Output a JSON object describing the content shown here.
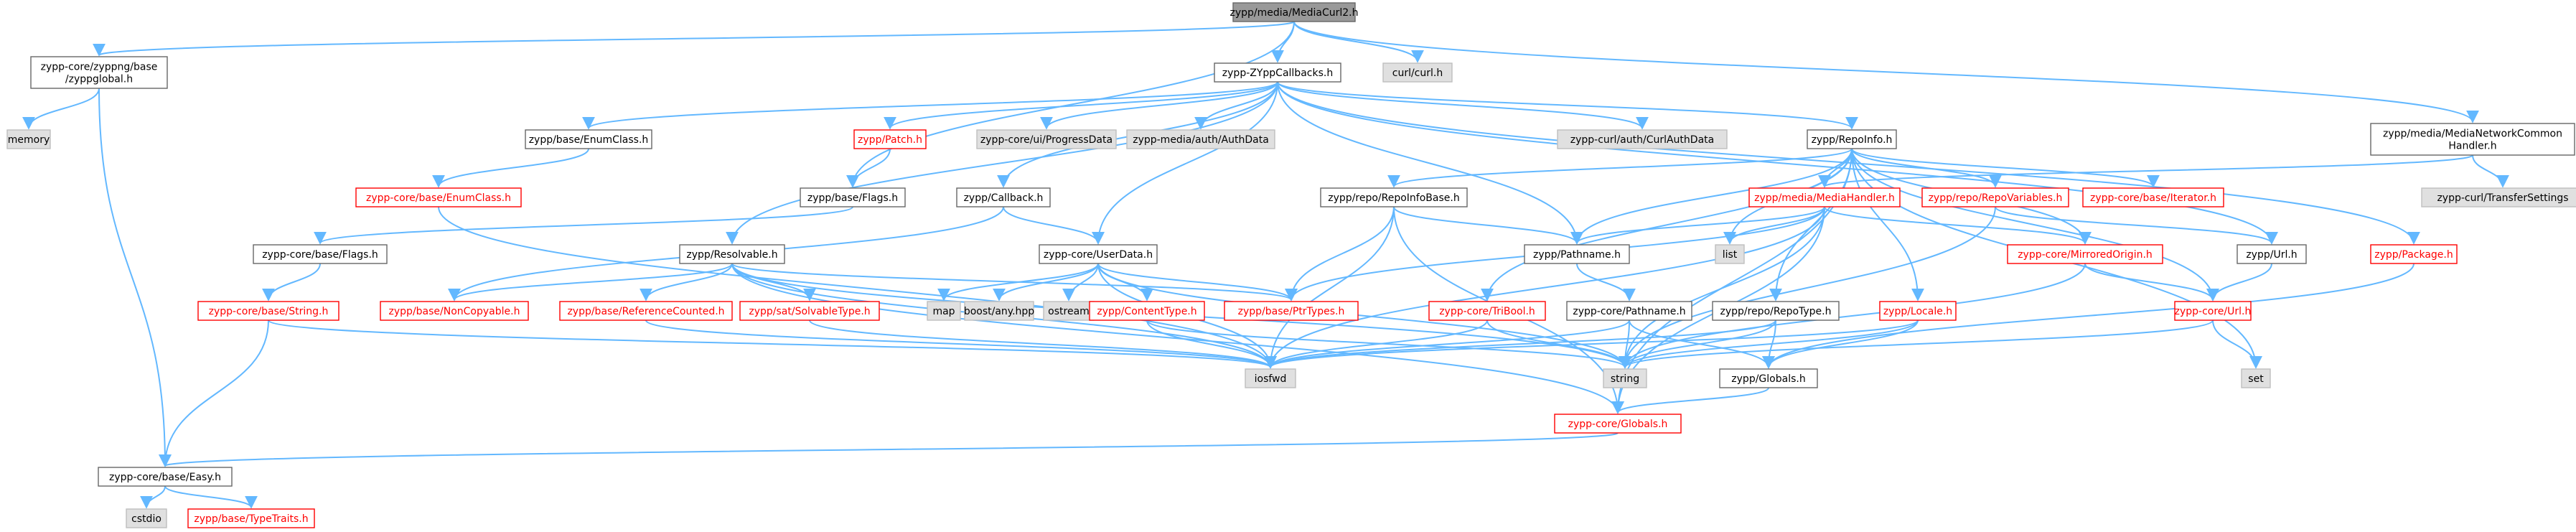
{
  "diagram": {
    "title": "",
    "colors": {
      "root_fill": "#999999",
      "root_stroke": "#666666",
      "normal_fill": "#ffffff",
      "normal_stroke": "#666666",
      "normal_text": "#000000",
      "truncated_fill": "#ffffff",
      "truncated_stroke": "#ff0000",
      "truncated_text": "#ff0000",
      "external_fill": "#e0e0e0",
      "external_stroke": "#bfbfbf",
      "external_text": "#000000",
      "edge": "#63b8ff"
    },
    "nodes": [
      {
        "id": "mediacurl2",
        "lines": [
          "zypp/media/MediaCurl2.h"
        ],
        "kind": "root"
      },
      {
        "id": "zyppglobal",
        "lines": [
          "zypp-core/zyppng/base",
          "/zyppglobal.h"
        ],
        "kind": "normal"
      },
      {
        "id": "memory",
        "lines": [
          "memory"
        ],
        "kind": "external"
      },
      {
        "id": "curl",
        "lines": [
          "curl/curl.h"
        ],
        "kind": "external"
      },
      {
        "id": "zyppcallbacks",
        "lines": [
          "zypp-ZYppCallbacks.h"
        ],
        "kind": "normal"
      },
      {
        "id": "enumclass",
        "lines": [
          "zypp/base/EnumClass.h"
        ],
        "kind": "normal"
      },
      {
        "id": "coreenumclass",
        "lines": [
          "zypp-core/base/EnumClass.h"
        ],
        "kind": "truncated"
      },
      {
        "id": "patch",
        "lines": [
          "zypp/Patch.h"
        ],
        "kind": "truncated"
      },
      {
        "id": "progressdata",
        "lines": [
          "zypp-core/ui/ProgressData"
        ],
        "kind": "external"
      },
      {
        "id": "authdata",
        "lines": [
          "zypp-media/auth/AuthData"
        ],
        "kind": "external"
      },
      {
        "id": "curlauthdata",
        "lines": [
          "zypp-curl/auth/CurlAuthData"
        ],
        "kind": "external"
      },
      {
        "id": "repoinfo",
        "lines": [
          "zypp/RepoInfo.h"
        ],
        "kind": "normal"
      },
      {
        "id": "medianet",
        "lines": [
          "zypp/media/MediaNetworkCommon",
          "Handler.h"
        ],
        "kind": "normal"
      },
      {
        "id": "transfersettings",
        "lines": [
          "zypp-curl/TransferSettings"
        ],
        "kind": "external"
      },
      {
        "id": "baseflags",
        "lines": [
          "zypp/base/Flags.h"
        ],
        "kind": "normal"
      },
      {
        "id": "callback",
        "lines": [
          "zypp/Callback.h"
        ],
        "kind": "normal"
      },
      {
        "id": "repoinfobase",
        "lines": [
          "zypp/repo/RepoInfoBase.h"
        ],
        "kind": "normal"
      },
      {
        "id": "mediahandler",
        "lines": [
          "zypp/media/MediaHandler.h"
        ],
        "kind": "truncated"
      },
      {
        "id": "repovariables",
        "lines": [
          "zypp/repo/RepoVariables.h"
        ],
        "kind": "truncated"
      },
      {
        "id": "iterator",
        "lines": [
          "zypp-core/base/Iterator.h"
        ],
        "kind": "truncated"
      },
      {
        "id": "package",
        "lines": [
          "zypp/Package.h"
        ],
        "kind": "truncated"
      },
      {
        "id": "coreflags",
        "lines": [
          "zypp-core/base/Flags.h"
        ],
        "kind": "normal"
      },
      {
        "id": "resolvable",
        "lines": [
          "zypp/Resolvable.h"
        ],
        "kind": "normal"
      },
      {
        "id": "userdata",
        "lines": [
          "zypp-core/UserData.h"
        ],
        "kind": "normal"
      },
      {
        "id": "pathname",
        "lines": [
          "zypp/Pathname.h"
        ],
        "kind": "normal"
      },
      {
        "id": "list",
        "lines": [
          "list"
        ],
        "kind": "external"
      },
      {
        "id": "mirroredorigin",
        "lines": [
          "zypp-core/MirroredOrigin.h"
        ],
        "kind": "truncated"
      },
      {
        "id": "zyppurl",
        "lines": [
          "zypp/Url.h"
        ],
        "kind": "normal"
      },
      {
        "id": "corestring",
        "lines": [
          "zypp-core/base/String.h"
        ],
        "kind": "truncated"
      },
      {
        "id": "noncopyable",
        "lines": [
          "zypp/base/NonCopyable.h"
        ],
        "kind": "truncated"
      },
      {
        "id": "refcounted",
        "lines": [
          "zypp/base/ReferenceCounted.h"
        ],
        "kind": "truncated"
      },
      {
        "id": "solvabletype",
        "lines": [
          "zypp/sat/SolvableType.h"
        ],
        "kind": "truncated"
      },
      {
        "id": "map",
        "lines": [
          "map"
        ],
        "kind": "external"
      },
      {
        "id": "boostany",
        "lines": [
          "boost/any.hpp"
        ],
        "kind": "external"
      },
      {
        "id": "ostream",
        "lines": [
          "ostream"
        ],
        "kind": "external"
      },
      {
        "id": "contenttype",
        "lines": [
          "zypp/ContentType.h"
        ],
        "kind": "truncated"
      },
      {
        "id": "ptrtypes",
        "lines": [
          "zypp/base/PtrTypes.h"
        ],
        "kind": "truncated"
      },
      {
        "id": "tribool",
        "lines": [
          "zypp-core/TriBool.h"
        ],
        "kind": "truncated"
      },
      {
        "id": "corepathname",
        "lines": [
          "zypp-core/Pathname.h"
        ],
        "kind": "normal"
      },
      {
        "id": "repotype",
        "lines": [
          "zypp/repo/RepoType.h"
        ],
        "kind": "normal"
      },
      {
        "id": "locale",
        "lines": [
          "zypp/Locale.h"
        ],
        "kind": "truncated"
      },
      {
        "id": "coreurl",
        "lines": [
          "zypp-core/Url.h"
        ],
        "kind": "truncated"
      },
      {
        "id": "set",
        "lines": [
          "set"
        ],
        "kind": "external"
      },
      {
        "id": "iosfwd",
        "lines": [
          "iosfwd"
        ],
        "kind": "external"
      },
      {
        "id": "string",
        "lines": [
          "string"
        ],
        "kind": "external"
      },
      {
        "id": "zyppglobals",
        "lines": [
          "zypp/Globals.h"
        ],
        "kind": "normal"
      },
      {
        "id": "coreglobals",
        "lines": [
          "zypp-core/Globals.h"
        ],
        "kind": "truncated"
      },
      {
        "id": "easy",
        "lines": [
          "zypp-core/base/Easy.h"
        ],
        "kind": "normal"
      },
      {
        "id": "cstdio",
        "lines": [
          "cstdio"
        ],
        "kind": "external"
      },
      {
        "id": "typetraits",
        "lines": [
          "zypp/base/TypeTraits.h"
        ],
        "kind": "truncated"
      }
    ],
    "edges": [
      [
        "mediacurl2",
        "zyppglobal"
      ],
      [
        "mediacurl2",
        "curl"
      ],
      [
        "mediacurl2",
        "zyppcallbacks"
      ],
      [
        "mediacurl2",
        "baseflags"
      ],
      [
        "mediacurl2",
        "medianet"
      ],
      [
        "zyppglobal",
        "memory"
      ],
      [
        "zyppglobal",
        "easy"
      ],
      [
        "zyppcallbacks",
        "enumclass"
      ],
      [
        "zyppcallbacks",
        "patch"
      ],
      [
        "zyppcallbacks",
        "progressdata"
      ],
      [
        "zyppcallbacks",
        "authdata"
      ],
      [
        "zyppcallbacks",
        "curlauthdata"
      ],
      [
        "zyppcallbacks",
        "repoinfo"
      ],
      [
        "zyppcallbacks",
        "callback"
      ],
      [
        "zyppcallbacks",
        "resolvable"
      ],
      [
        "zyppcallbacks",
        "userdata"
      ],
      [
        "zyppcallbacks",
        "pathname"
      ],
      [
        "zyppcallbacks",
        "package"
      ],
      [
        "zyppcallbacks",
        "zyppurl"
      ],
      [
        "enumclass",
        "coreenumclass"
      ],
      [
        "coreenumclass",
        "iosfwd"
      ],
      [
        "patch",
        "baseflags"
      ],
      [
        "baseflags",
        "coreflags"
      ],
      [
        "coreflags",
        "corestring"
      ],
      [
        "callback",
        "noncopyable"
      ],
      [
        "callback",
        "userdata"
      ],
      [
        "repoinfo",
        "repoinfobase"
      ],
      [
        "repoinfo",
        "mediahandler"
      ],
      [
        "repoinfo",
        "repovariables"
      ],
      [
        "repoinfo",
        "iterator"
      ],
      [
        "repoinfo",
        "list"
      ],
      [
        "repoinfo",
        "mirroredorigin"
      ],
      [
        "repoinfo",
        "tribool"
      ],
      [
        "repoinfo",
        "repotype"
      ],
      [
        "repoinfo",
        "locale"
      ],
      [
        "repoinfo",
        "coreurl"
      ],
      [
        "repoinfo",
        "set"
      ],
      [
        "repoinfo",
        "coreglobals"
      ],
      [
        "repoinfo",
        "pathname"
      ],
      [
        "medianet",
        "mediahandler"
      ],
      [
        "medianet",
        "transfersettings"
      ],
      [
        "repoinfobase",
        "pathname"
      ],
      [
        "repoinfobase",
        "ptrtypes"
      ],
      [
        "repoinfobase",
        "iosfwd"
      ],
      [
        "repoinfobase",
        "coreglobals"
      ],
      [
        "mediahandler",
        "pathname"
      ],
      [
        "mediahandler",
        "list"
      ],
      [
        "mediahandler",
        "mirroredorigin"
      ],
      [
        "mediahandler",
        "ptrtypes"
      ],
      [
        "mediahandler",
        "iosfwd"
      ],
      [
        "mediahandler",
        "string"
      ],
      [
        "mediahandler",
        "coreglobals"
      ],
      [
        "repovariables",
        "zyppurl"
      ],
      [
        "repovariables",
        "string"
      ],
      [
        "package",
        "zyppglobals"
      ],
      [
        "resolvable",
        "noncopyable"
      ],
      [
        "resolvable",
        "refcounted"
      ],
      [
        "resolvable",
        "solvabletype"
      ],
      [
        "resolvable",
        "ptrtypes"
      ],
      [
        "resolvable",
        "iosfwd"
      ],
      [
        "resolvable",
        "string"
      ],
      [
        "resolvable",
        "coreglobals"
      ],
      [
        "userdata",
        "map"
      ],
      [
        "userdata",
        "boostany"
      ],
      [
        "userdata",
        "ostream"
      ],
      [
        "userdata",
        "contenttype"
      ],
      [
        "userdata",
        "ptrtypes"
      ],
      [
        "userdata",
        "iosfwd"
      ],
      [
        "userdata",
        "string"
      ],
      [
        "pathname",
        "corepathname"
      ],
      [
        "mirroredorigin",
        "coreurl"
      ],
      [
        "mirroredorigin",
        "string"
      ],
      [
        "zyppurl",
        "coreurl"
      ],
      [
        "corestring",
        "easy"
      ],
      [
        "corestring",
        "iosfwd"
      ],
      [
        "refcounted",
        "iosfwd"
      ],
      [
        "solvabletype",
        "iosfwd"
      ],
      [
        "contenttype",
        "iosfwd"
      ],
      [
        "contenttype",
        "string"
      ],
      [
        "tribool",
        "iosfwd"
      ],
      [
        "tribool",
        "string"
      ],
      [
        "corepathname",
        "iosfwd"
      ],
      [
        "corepathname",
        "string"
      ],
      [
        "corepathname",
        "zyppglobals"
      ],
      [
        "repotype",
        "iosfwd"
      ],
      [
        "repotype",
        "string"
      ],
      [
        "repotype",
        "zyppglobals"
      ],
      [
        "locale",
        "iosfwd"
      ],
      [
        "locale",
        "string"
      ],
      [
        "locale",
        "zyppglobals"
      ],
      [
        "coreurl",
        "set"
      ],
      [
        "coreurl",
        "string"
      ],
      [
        "zyppglobals",
        "coreglobals"
      ],
      [
        "coreglobals",
        "easy"
      ],
      [
        "easy",
        "cstdio"
      ],
      [
        "easy",
        "typetraits"
      ]
    ]
  }
}
